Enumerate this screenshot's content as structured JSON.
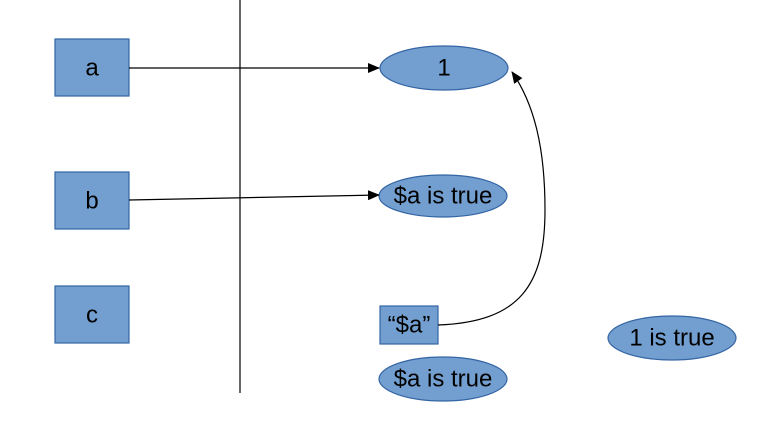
{
  "diagram": {
    "fill_color": "#729fcf",
    "stroke_color": "#3465a4",
    "line_color": "#000000",
    "variables": [
      {
        "label": "a"
      },
      {
        "label": "b"
      },
      {
        "label": "c"
      }
    ],
    "values": {
      "one": "1",
      "a_is_true_top": "$a is true",
      "quoted_a": "“$a”",
      "a_is_true_bottom": "$a is true",
      "one_is_true": "1 is true"
    }
  }
}
